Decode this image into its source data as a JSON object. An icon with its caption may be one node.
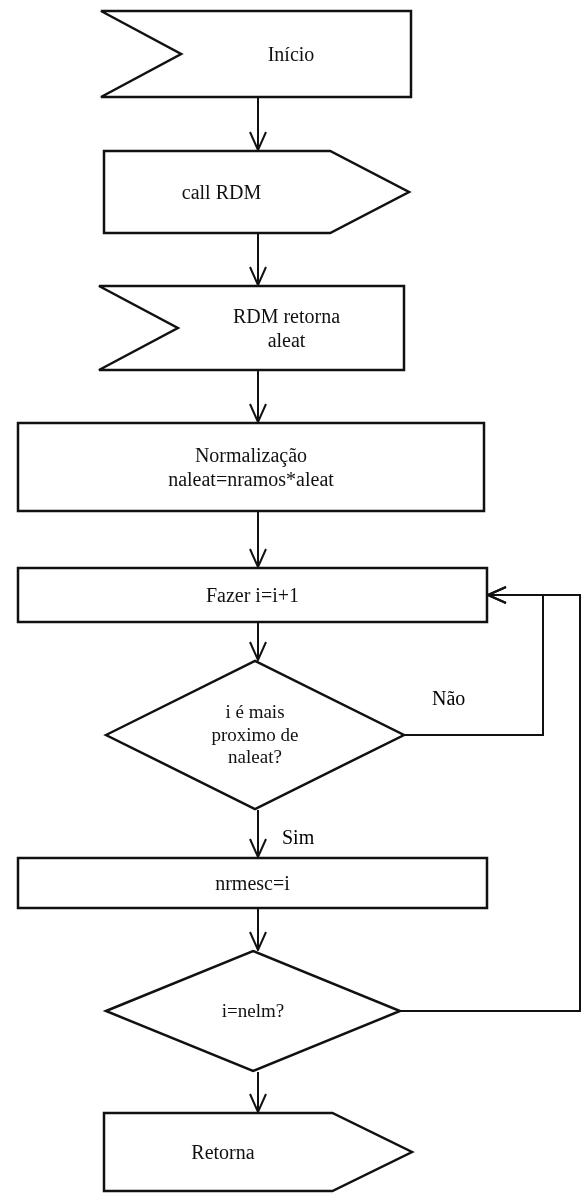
{
  "diagram": {
    "nodes": [
      {
        "text": [
          "Início"
        ]
      },
      {
        "text": [
          "call RDM"
        ]
      },
      {
        "text": [
          "RDM retorna aleat"
        ]
      },
      {
        "text": [
          "Normalização",
          "naleat=nramos*aleat"
        ]
      },
      {
        "text": [
          "Fazer i=i+1"
        ]
      },
      {
        "text": [
          "i é mais proximo de naleat?"
        ]
      },
      {
        "text": [
          "nrmesc=i"
        ]
      },
      {
        "text": [
          "i=nelm?"
        ]
      },
      {
        "text": [
          "Retorna"
        ]
      }
    ],
    "edges": [
      {
        "from": 0,
        "to": 1,
        "arrow": "to"
      },
      {
        "from": 1,
        "to": 2,
        "arrow": "to"
      },
      {
        "from": 2,
        "to": 3,
        "arrow": "to"
      },
      {
        "from": 3,
        "to": 4,
        "arrow": "to"
      },
      {
        "from": 4,
        "to": 5,
        "arrow": "to"
      },
      {
        "from": 5,
        "to": 4,
        "arrow": "to",
        "label": "Não"
      },
      {
        "from": 5,
        "to": 6,
        "arrow": "to",
        "label": "Sim"
      },
      {
        "from": 6,
        "to": 7,
        "arrow": "to"
      },
      {
        "from": 7,
        "to": 4,
        "arrow": "to"
      },
      {
        "from": 7,
        "to": 8,
        "arrow": "to"
      }
    ]
  }
}
